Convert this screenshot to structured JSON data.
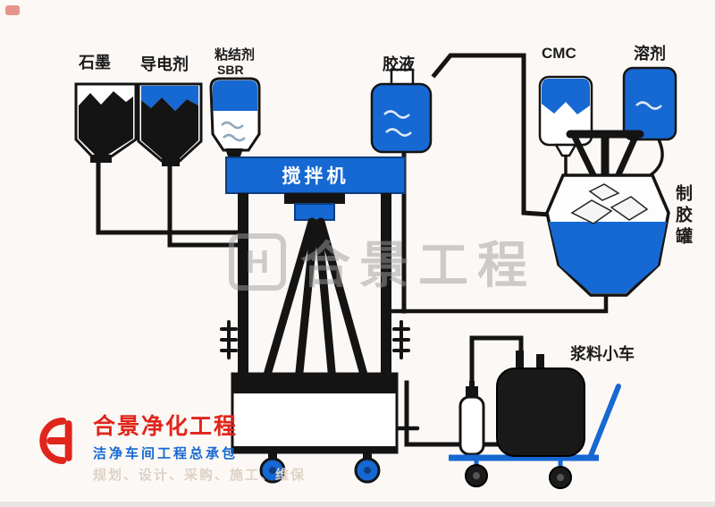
{
  "colors": {
    "accent_blue": "#1668d2",
    "ink_black": "#141414",
    "logo_red": "#e0251c",
    "watermark_gray": "#9f9f9f",
    "background": "#fcf8f5"
  },
  "nodes": {
    "graphite": {
      "label": "石墨"
    },
    "conductive_agent": {
      "label": "导电剂"
    },
    "binder": {
      "label": "粘结剂",
      "sublabel": "SBR"
    },
    "mixer": {
      "label": "搅拌机"
    },
    "glue_liquid": {
      "label": "胶液"
    },
    "cmc": {
      "label": "CMC"
    },
    "solvent": {
      "label": "溶剂"
    },
    "glue_tank": {
      "label": "制胶罐"
    },
    "slurry_cart": {
      "label": "浆料小车"
    }
  },
  "watermark": {
    "logo_letter": "H",
    "text": "合景工程"
  },
  "footer": {
    "company": "合景净化工程",
    "tagline": "洁净车间工程总承包",
    "services": "规划、设计、采购、施工、维保"
  }
}
